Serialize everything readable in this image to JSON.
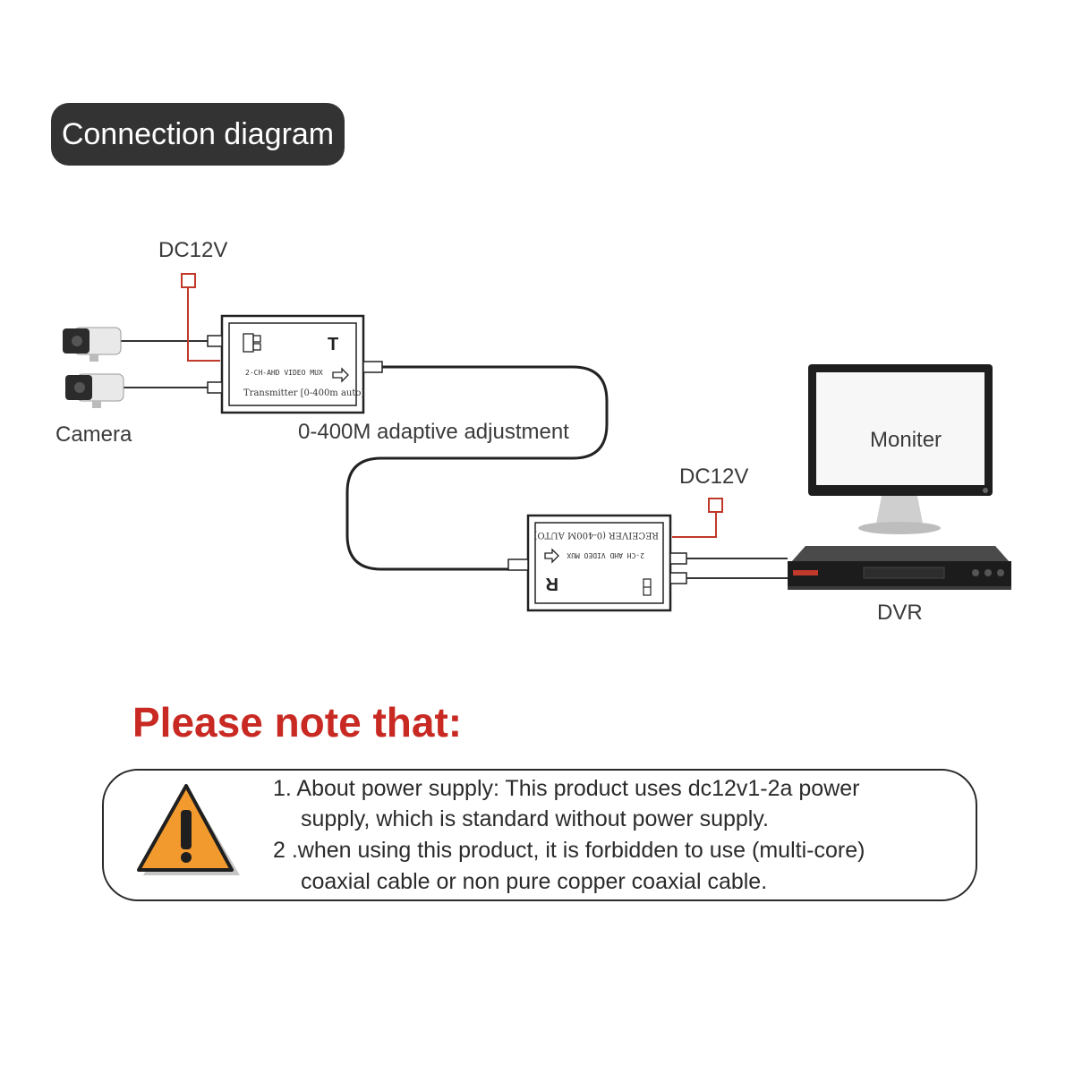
{
  "header": {
    "title": "Connection diagram"
  },
  "diagram": {
    "power_label_transmitter": "DC12V",
    "power_label_receiver": "DC12V",
    "camera_label": "Camera",
    "cable_label": "0-400M adaptive adjustment",
    "monitor_label": "Moniter",
    "dvr_label": "DVR",
    "transmitter": {
      "letter": "T",
      "model": "2-CH-AHD VIDEO MUX",
      "range": "Transmitter [0-400m auto]"
    },
    "receiver": {
      "letter": "R",
      "model": "2-CH AHD VIDEO MUX",
      "range": "RECEIVER (0-400M AUTO)"
    },
    "wire_power_color": "#c0392b",
    "icons": [
      "camera-icon",
      "transmitter-box",
      "receiver-box",
      "monitor-icon",
      "dvr-icon",
      "warning-icon"
    ]
  },
  "notes": {
    "heading": "Please note that:",
    "heading_color": "#c82a23",
    "lines": [
      "1. About power supply: This product uses dc12v1-2a power",
      "supply, which is standard without power supply.",
      "2 .when using this product, it is forbidden to use (multi-core)",
      "coaxial cable or non pure copper coaxial cable."
    ],
    "warning_color": "#f29a2e"
  }
}
